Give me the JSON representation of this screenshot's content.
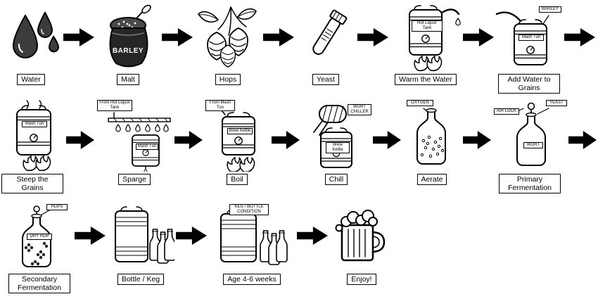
{
  "rows": [
    {
      "steps": [
        {
          "label": "Water"
        },
        {
          "label": "Malt",
          "tags": [
            "BARLEY"
          ]
        },
        {
          "label": "Hops"
        },
        {
          "label": "Yeast"
        },
        {
          "label": "Warm the Water",
          "tags": [
            "Hot Liquor Tank"
          ]
        },
        {
          "label": "Add Water to Grains",
          "tags": [
            "BARLEY",
            "Mash Tun"
          ]
        }
      ]
    },
    {
      "steps": [
        {
          "label": "Steep the Grains",
          "tags": [
            "Mash Tun"
          ]
        },
        {
          "label": "Sparge",
          "tags": [
            "From Hot Liquor Tank",
            "Mash Tun"
          ]
        },
        {
          "label": "Boil",
          "tags": [
            "From Mash Tun",
            "Brew Kettle"
          ]
        },
        {
          "label": "Chill",
          "tags": [
            "WORT CHILLER",
            "Brew Kettle"
          ]
        },
        {
          "label": "Aerate",
          "tags": [
            "OXYGEN"
          ]
        },
        {
          "label": "Primary Fermentation",
          "tags": [
            "AIR LOCK",
            "YEAST",
            "WORT"
          ]
        }
      ]
    },
    {
      "steps": [
        {
          "label": "Secondary Fermentation",
          "tags": [
            "HOPS",
            "DRY HOP"
          ]
        },
        {
          "label": "Bottle / Keg"
        },
        {
          "label": "Age 4-6 weeks",
          "tags": [
            "KEG / BOTTLE CONDITION"
          ]
        },
        {
          "label": "Enjoy!"
        }
      ]
    }
  ],
  "colors": {
    "ink": "#000000",
    "paper": "#ffffff",
    "drop_fill": "#3c3c3c",
    "bag_fill": "#262626"
  }
}
